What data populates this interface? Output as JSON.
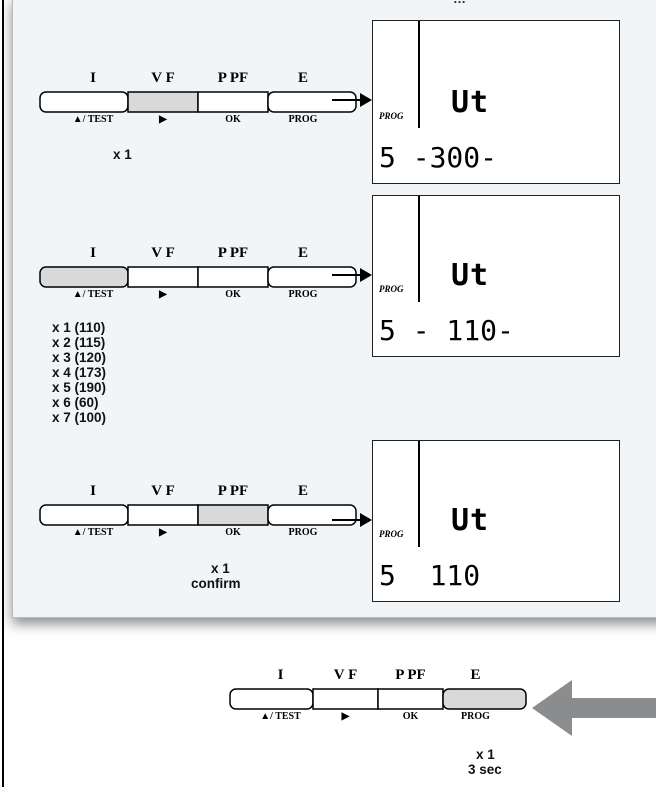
{
  "header": {
    "text": "…"
  },
  "keypad": {
    "top_labels": [
      "I",
      "V F",
      "P PF",
      "E"
    ],
    "bottom_labels": [
      "▲/ TEST",
      "▶",
      "OK",
      "PROG"
    ],
    "highlight_color": "#d9d9d9"
  },
  "steps": [
    {
      "highlight": 1,
      "notes": [
        "x 1"
      ],
      "lcd": {
        "prog": "PROG",
        "top": "Ut",
        "bottom": "5 -300-"
      }
    },
    {
      "highlight": 0,
      "notes": [
        "x 1 (110)",
        "x 2 (115)",
        "x 3 (120)",
        "x 4 (173)",
        "x 5 (190)",
        "x 6 (60)",
        "x 7 (100)"
      ],
      "lcd": {
        "prog": "PROG",
        "top": "Ut",
        "bottom": "5 - 110-"
      }
    },
    {
      "highlight": 2,
      "notes": [
        "x 1",
        "confirm"
      ],
      "lcd": {
        "prog": "PROG",
        "top": "Ut",
        "bottom": "5  110"
      }
    }
  ],
  "final": {
    "highlight": 3,
    "notes": [
      "x 1",
      "3 sec"
    ]
  }
}
